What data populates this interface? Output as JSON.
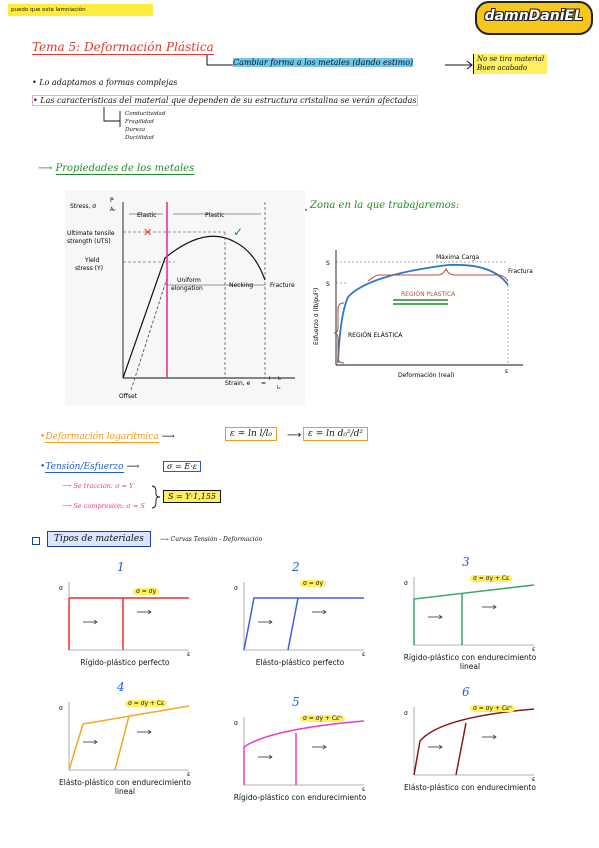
{
  "header": {
    "tag": "puedo que esta lamniación",
    "logo": "damnDaniEL"
  },
  "title": "Tema 5: Deformación Plástica",
  "title_aside": "Cambiar forma a los metales (dando estimo)",
  "title_aside_result": [
    "No se tira material",
    "Buen acabado"
  ],
  "bullets": [
    "• Lo adaptamos a formas complejas",
    "• Las características del material que dependen de su estructura cristalina se verán afectadas"
  ],
  "characteristics": [
    "Conductividad",
    "Fragilidad",
    "Dureza",
    "Ductilidad"
  ],
  "section_metal_props": "Propiedades de los metales",
  "zone_note": "Zona en la que trabajaremos:",
  "stress_chart": {
    "ylabel_p": "P",
    "ylabel_a": "A₀",
    "ylabel_stress": "Stress, σ",
    "elastic": "Elastic",
    "plastic": "Plastic",
    "uts_1": "Ultimate tensile",
    "uts_2": "strength (UTS)",
    "yield_1": "Yield",
    "yield_2": "stress (Y)",
    "uniform_1": "Uniform",
    "uniform_2": "elongation",
    "necking": "Necking",
    "fracture": "Fracture",
    "strain": "Strain, e",
    "strain_formula": "l − l₀",
    "strain_den": "l₀",
    "equals": "=",
    "offset": "Offset",
    "mark_x": "✕",
    "mark_check": "✓"
  },
  "real_chart": {
    "max_load": "Máxima Carga",
    "fracture": "Fractura",
    "plastic_region": "REGIÓN PLÁSTICA",
    "elastic_region": "REGIÓN ELÁSTICA",
    "ylabel": "Esfuerzo σ (lb/pul²)",
    "xlabel": "Deformación (real)",
    "s1": "S",
    "s2": "S",
    "eps": "ε"
  },
  "log_deformation": {
    "label": "Deformación logarítmica",
    "formula1": "ε = ln l/l₀",
    "formula2": "ε = ln d₀²/d²"
  },
  "stress_relation": {
    "label": "Tensión/Esfuerzo",
    "formula": "σ = E·ε",
    "tension": "Se tracción: σ = Y",
    "compression": "Se compresión: σ = S",
    "relation": "S = Y·1,155"
  },
  "materials": {
    "title": "Tipos de materiales",
    "subtitle": "Curvas Tensión - Deformación",
    "sigma": "σ",
    "epsilon": "ε",
    "items": [
      {
        "num": "1",
        "formula": "σ = σy",
        "name": "Rígido-plástico perfecto",
        "color": "#e8322a"
      },
      {
        "num": "2",
        "formula": "σ = σy",
        "name": "Elásto-plástico perfecto",
        "color": "#3a63d8"
      },
      {
        "num": "3",
        "formula": "σ = σy + Cε",
        "name": "Rígido-plástico con endurecimiento lineal",
        "color": "#3aa66a"
      },
      {
        "num": "4",
        "formula": "σ = σy + Cε",
        "name": "Elásto-plástico con endurecimiento lineal",
        "color": "#f5a623"
      },
      {
        "num": "5",
        "formula": "σ = σy + Cεⁿ",
        "name": "Rígido-plástico con endurecimiento",
        "color": "#e83acb"
      },
      {
        "num": "6",
        "formula": "σ = σy + Cεⁿ",
        "name": "Elásto-plástico con endurecimiento",
        "color": "#8b1a1a"
      }
    ]
  }
}
